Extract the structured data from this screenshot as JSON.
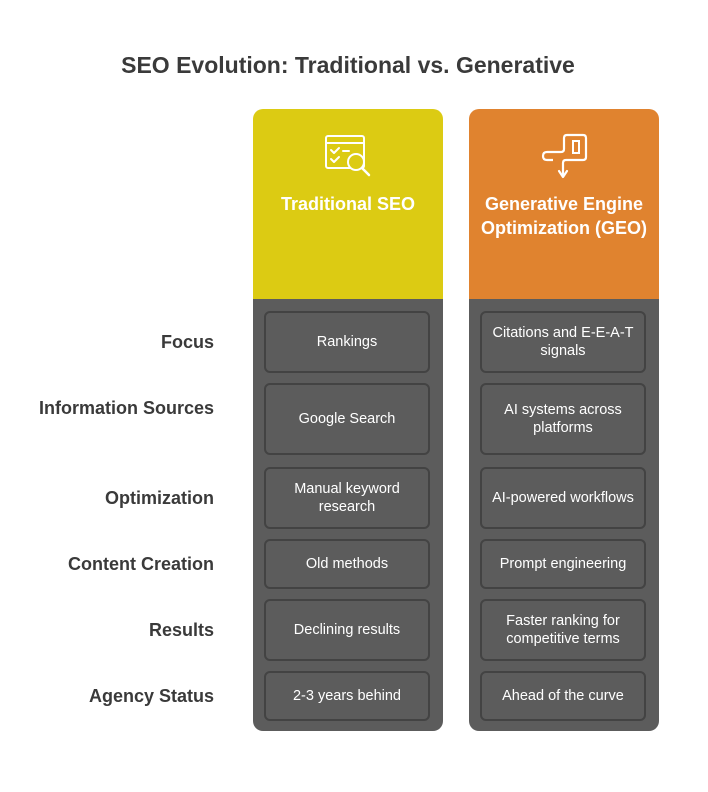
{
  "title": "SEO Evolution: Traditional vs. Generative",
  "colors": {
    "traditional": "#dccb13",
    "generative": "#e0832f",
    "body": "#5c5c5c"
  },
  "rows": [
    "Focus",
    "Information Sources",
    "Optimization",
    "Content Creation",
    "Results",
    "Agency Status"
  ],
  "columns": [
    {
      "title": "Traditional SEO",
      "icon": "checklist-search-icon",
      "cells": [
        "Rankings",
        "Google Search",
        "Manual keyword research",
        "Old methods",
        "Declining results",
        "2-3 years behind"
      ]
    },
    {
      "title": "Generative Engine Optimization (GEO)",
      "icon": "route-arrows-icon",
      "cells": [
        "Citations and E-E-A-T signals",
        "AI systems across platforms",
        "AI-powered workflows",
        "Prompt engineering",
        "Faster ranking for competitive terms",
        "Ahead of the curve"
      ]
    }
  ]
}
